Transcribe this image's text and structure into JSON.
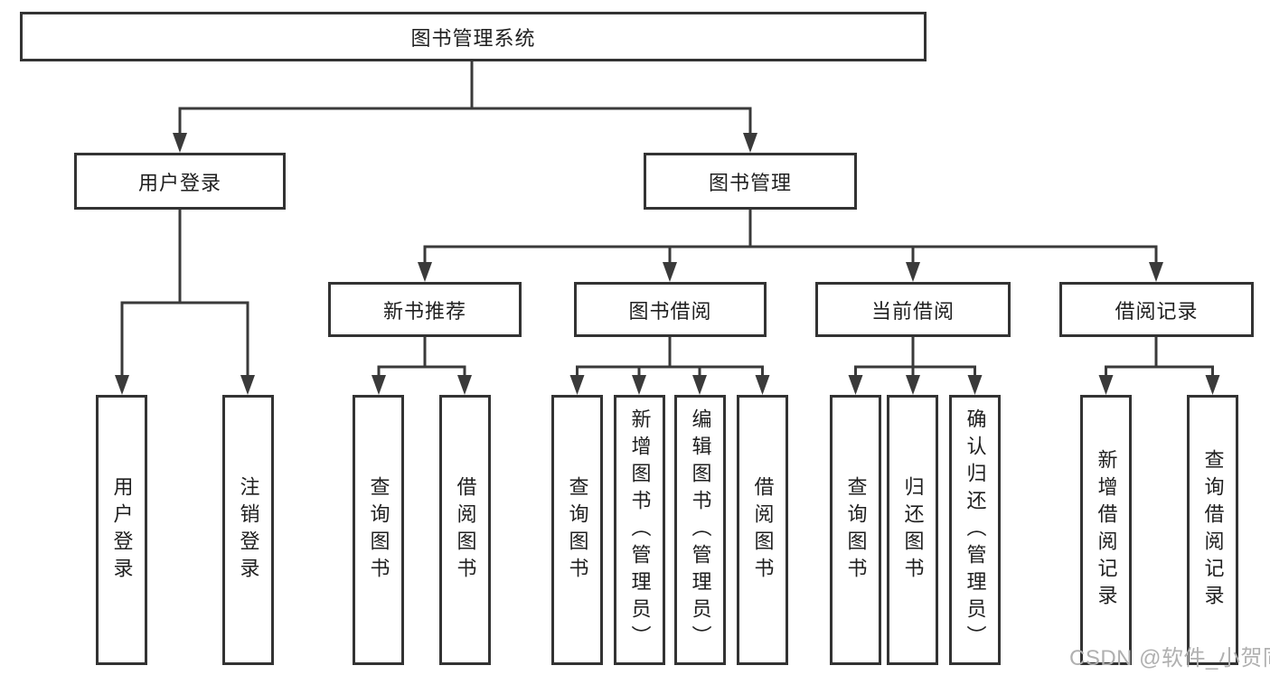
{
  "diagram": {
    "root": {
      "label": "图书管理系统"
    },
    "login_branch": {
      "label": "用户登录",
      "children": [
        {
          "label": "用户登录"
        },
        {
          "label": "注销登录"
        }
      ]
    },
    "mgmt_branch": {
      "label": "图书管理",
      "sections": [
        {
          "label": "新书推荐",
          "children": [
            {
              "label": "查询图书"
            },
            {
              "label": "借阅图书"
            }
          ]
        },
        {
          "label": "图书借阅",
          "children": [
            {
              "label": "查询图书"
            },
            {
              "label": "新增图书（管理员）"
            },
            {
              "label": "编辑图书（管理员）"
            },
            {
              "label": "借阅图书"
            }
          ]
        },
        {
          "label": "当前借阅",
          "children": [
            {
              "label": "查询图书"
            },
            {
              "label": "归还图书"
            },
            {
              "label": "确认归还（管理员）"
            }
          ]
        },
        {
          "label": "借阅记录",
          "children": [
            {
              "label": "新增借阅记录"
            },
            {
              "label": "查询借阅记录"
            }
          ]
        }
      ]
    }
  },
  "watermark": {
    "text": "CSDN @软件_小贺同学"
  },
  "colors": {
    "background": "#ffffff",
    "line": "#3a3a3a",
    "box_border": "#333333",
    "text": "#1f1f1f",
    "watermark": "#b0b0b0"
  }
}
